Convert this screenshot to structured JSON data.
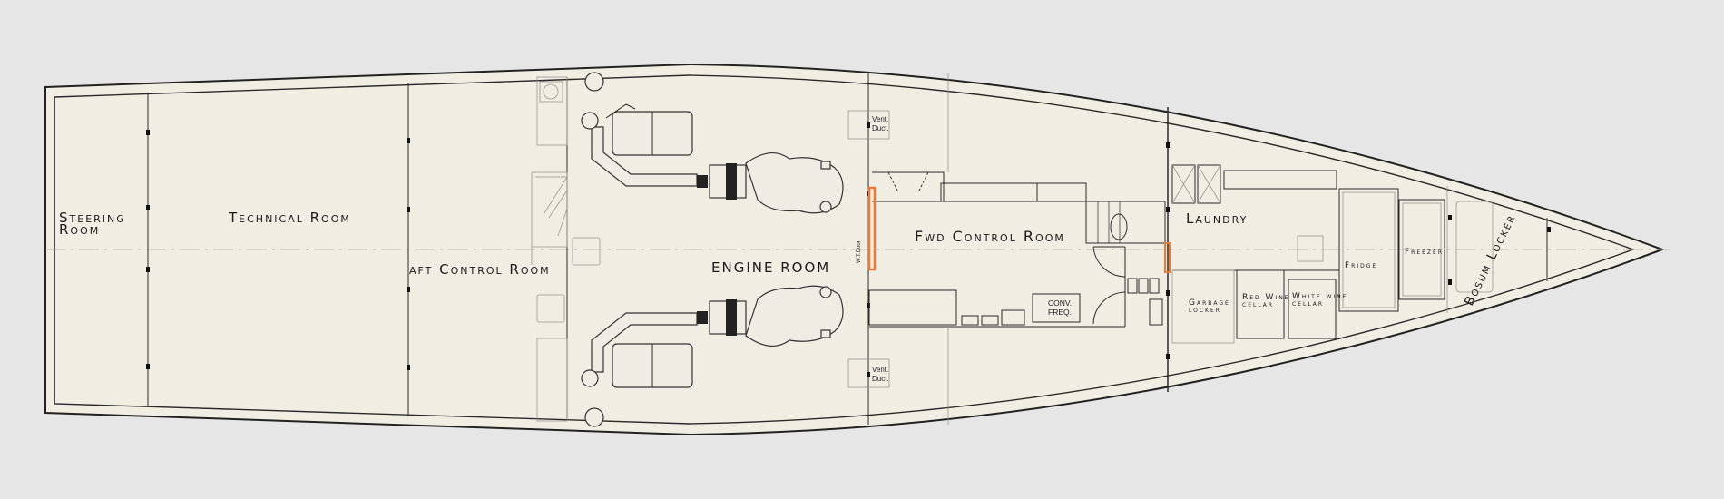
{
  "plan": {
    "rooms": {
      "steering_line1": "Steering",
      "steering_line2": "Room",
      "technical": "Technical Room",
      "aft_control": "aft Control Room",
      "engine": "ENGINE ROOM",
      "fwd_control": "Fwd Control Room",
      "laundry": "Laundry",
      "garbage_line1": "Garbage",
      "garbage_line2": "locker",
      "red_wine_line1": "Red Wine",
      "red_wine_line2": "cellar",
      "white_wine_line1": "White wine",
      "white_wine_line2": "cellar",
      "fridge": "Fridge",
      "freezer": "Freezer",
      "bosum": "Bosum Locker"
    },
    "labels": {
      "vent_line1": "Vent.",
      "vent_line2": "Duct.",
      "wt_door": "W.T.Door",
      "conv_line1": "CONV.",
      "conv_line2": "FREQ."
    },
    "colors": {
      "background": "#e6e6e6",
      "floor": "#f0ede3",
      "door_highlight": "#f07830"
    }
  }
}
